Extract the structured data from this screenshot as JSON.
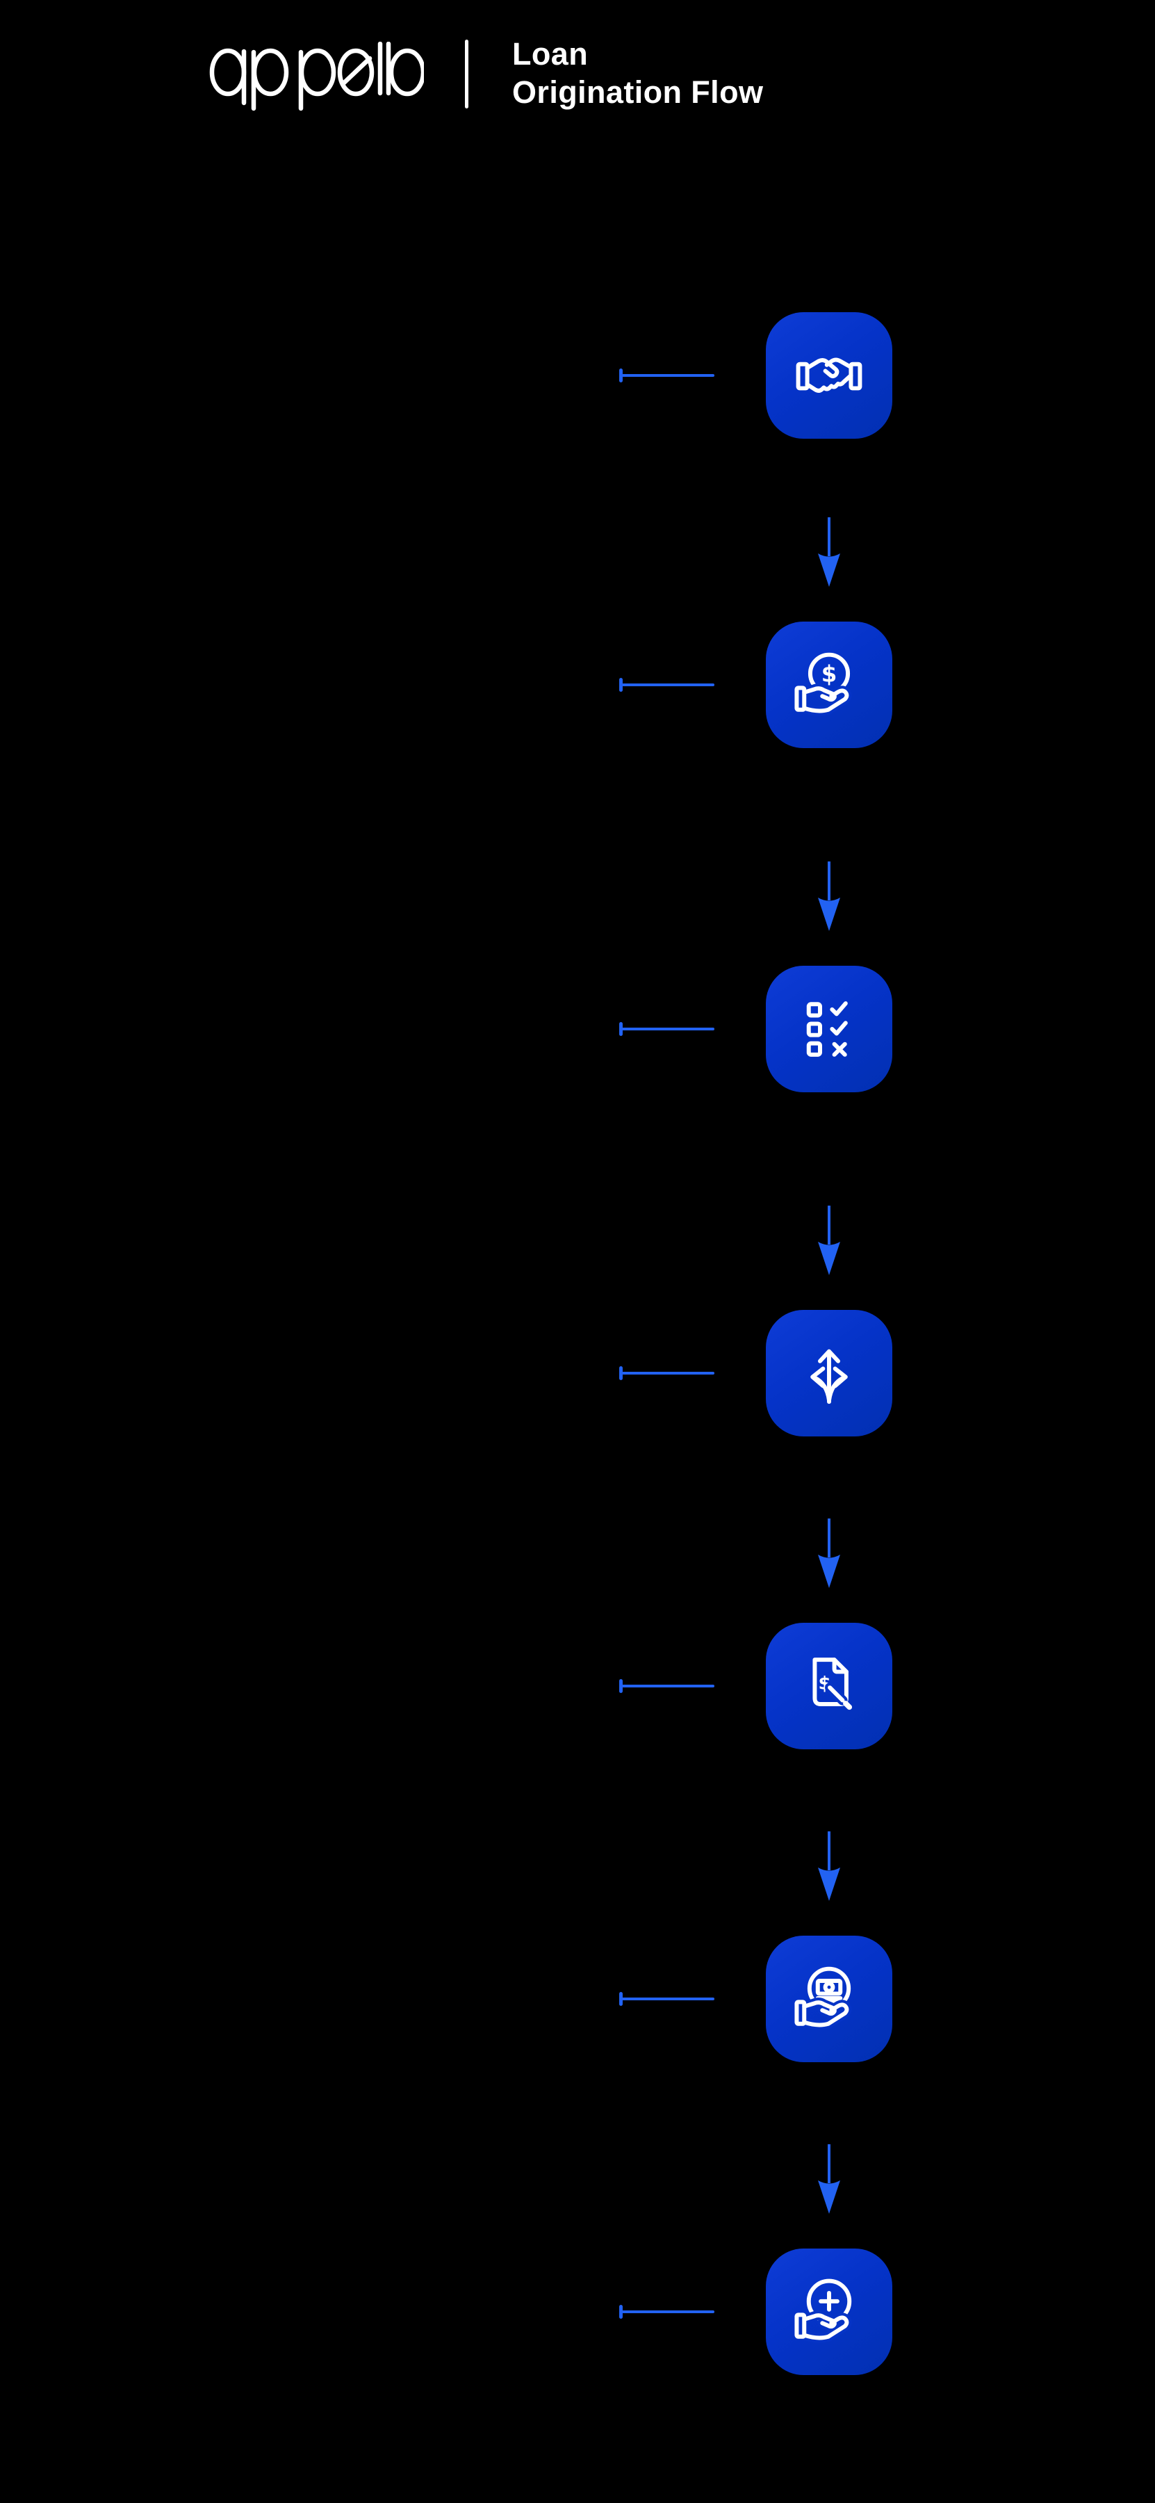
{
  "header": {
    "logo_text": "appello",
    "separator": "|",
    "title_line1": "Loan",
    "title_line2": "Origination Flow"
  },
  "flow": {
    "orientation": "vertical",
    "step_count": 7,
    "connector": "down-arrow",
    "steps": [
      {
        "icon": "handshake-icon"
      },
      {
        "icon": "coin-in-hand-icon"
      },
      {
        "icon": "checklist-icon"
      },
      {
        "icon": "three-way-decision-arrows-icon"
      },
      {
        "icon": "loan-document-signing-icon"
      },
      {
        "icon": "banknote-in-hand-icon"
      },
      {
        "icon": "add-coin-in-hand-icon"
      }
    ]
  },
  "colors": {
    "background": "#000000",
    "tile_blue": "#0533c8",
    "accent_blue": "#2262f2",
    "icon_stroke": "#ffffff",
    "text": "#ffffff"
  }
}
